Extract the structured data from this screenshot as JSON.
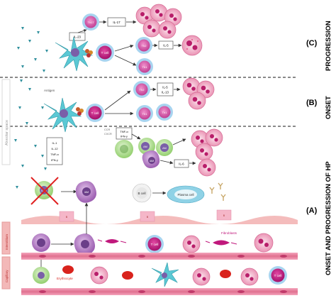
{
  "panels": {
    "progression": {
      "letter": "(C)",
      "title": "PROGRESSION"
    },
    "onset": {
      "letter": "(B)",
      "title": "ONSET"
    },
    "onset_progression": {
      "letter": "(A)",
      "title": "ONSET AND PROGRESSION OF HP"
    }
  },
  "compartments": {
    "alveolar": "Alveolar space",
    "interstitium": "Interstitium",
    "capillary": "Capillary"
  },
  "cells": {
    "th17": "Th17",
    "t_cell": "T cell",
    "th1": "Th1",
    "th2": "Th2",
    "ilc2": "ILC2",
    "ab": "AM",
    "am2": "iAM",
    "b_cell": "B cell",
    "plasma_cell": "Plasma cell",
    "b": "B",
    "fibroblasts": "Fibroblasts",
    "erythrocyte": "Erythrocyte",
    "cell_label": "cell",
    "mono": "Mo"
  },
  "cytokines": {
    "il17": "IL-17",
    "il23": "IL-23",
    "il5": "IL-5",
    "il5b": "IL-5",
    "il13": "IL-13",
    "tnfa": "TNF-α",
    "ifng": "IFN-γ",
    "il6": "IL-6",
    "block_il1": "IL-1",
    "block_il12": "IL-12",
    "block_tnf": "TNF-α",
    "block_ifn": "IFN-γ",
    "ccr": "CCR",
    "cxcr": "CXCR"
  },
  "antigen": "Antigen",
  "colors": {
    "neutrophil": "#e27aa0",
    "neutrophil_fill": "#f3c7d6",
    "tcell_core": "#c0187c",
    "tcell_ring": "#a8d4f0",
    "dc": "#5bc8d4",
    "macrophage": "#b97fc6",
    "green_cell": "#a8d98a",
    "epithelium": "#f5b6c8",
    "capillary_band": "#e0708f",
    "compartment_tab": "#f0a9a9",
    "erythrocyte": "#d9231d",
    "teal_triangle": "#2f8f9d"
  }
}
